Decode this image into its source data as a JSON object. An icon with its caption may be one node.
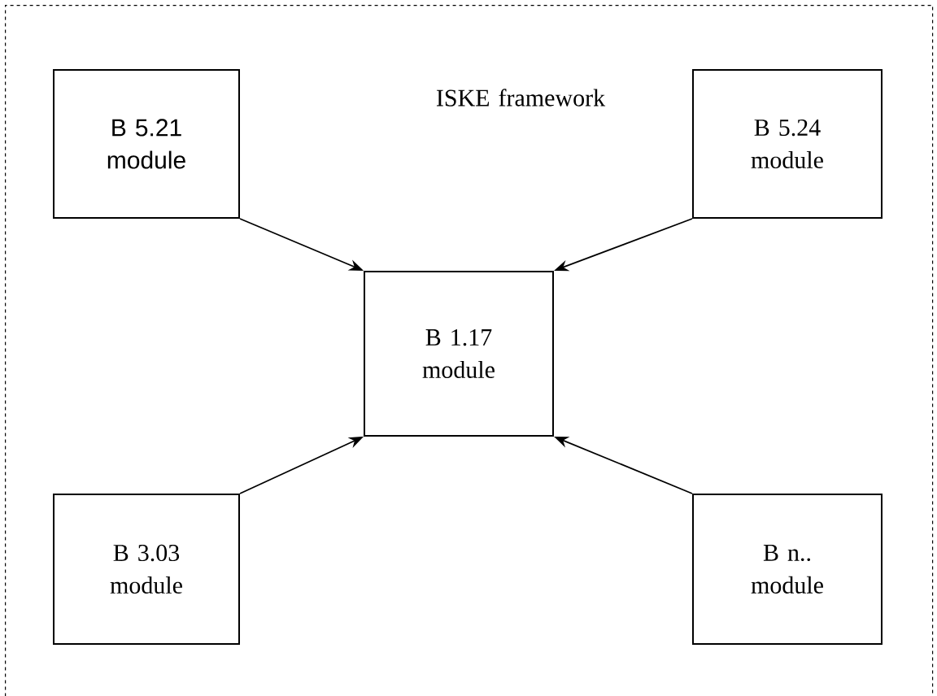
{
  "diagram": {
    "nodes": [
      {
        "text": [
          "ISKE framework"
        ]
      },
      {
        "text": [
          "B 5.21 module"
        ],
        "in": 0
      },
      {
        "text": [
          "B 5.24 module"
        ],
        "in": 0
      },
      {
        "text": [
          "B 1.17 module"
        ],
        "in": 0
      },
      {
        "text": [
          "B 3.03 module"
        ],
        "in": 0
      },
      {
        "text": [
          "B n.. module"
        ],
        "in": 0
      }
    ],
    "edges": [
      {
        "from": 1,
        "to": 3,
        "arrow": "to"
      },
      {
        "from": 2,
        "to": 3,
        "arrow": "to"
      },
      {
        "from": 4,
        "to": 3,
        "arrow": "to"
      },
      {
        "from": 5,
        "to": 3,
        "arrow": "to"
      }
    ]
  }
}
